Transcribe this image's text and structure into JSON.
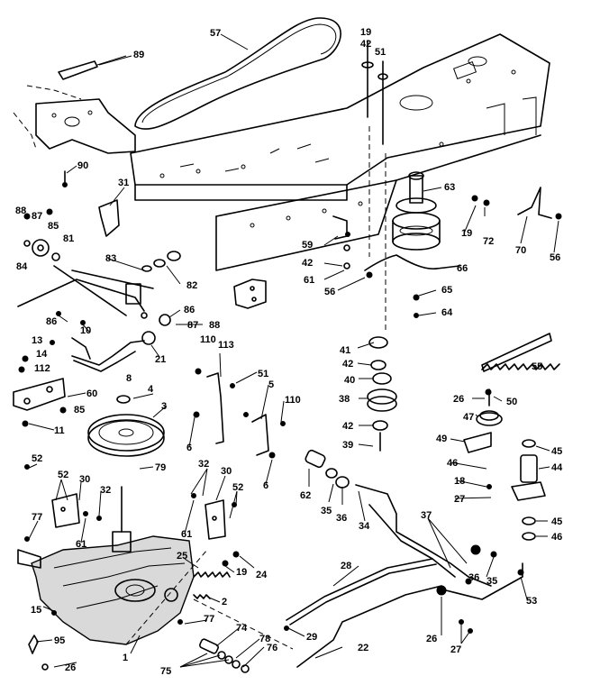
{
  "diagram": {
    "callouts": [
      "57",
      "19",
      "42",
      "51",
      "89",
      "90",
      "31",
      "63",
      "19",
      "72",
      "70",
      "56",
      "88",
      "87",
      "85",
      "81",
      "84",
      "83",
      "82",
      "59",
      "42",
      "61",
      "56",
      "66",
      "65",
      "64",
      "86",
      "10",
      "86",
      "88",
      "13",
      "14",
      "112",
      "8",
      "21",
      "87",
      "110",
      "113",
      "51",
      "41",
      "55",
      "42",
      "40",
      "60",
      "85",
      "11",
      "5",
      "110",
      "4",
      "3",
      "38",
      "42",
      "39",
      "26",
      "50",
      "47",
      "49",
      "45",
      "44",
      "52",
      "79",
      "6",
      "6",
      "32",
      "30",
      "52",
      "30",
      "32",
      "61",
      "61",
      "52",
      "77",
      "62",
      "35",
      "36",
      "34",
      "46",
      "18",
      "27",
      "45",
      "46",
      "37",
      "25",
      "19",
      "24",
      "2",
      "28",
      "15",
      "36",
      "35",
      "53",
      "77",
      "26",
      "29",
      "74",
      "78",
      "76",
      "75",
      "1",
      "95",
      "26",
      "22",
      "27"
    ]
  }
}
